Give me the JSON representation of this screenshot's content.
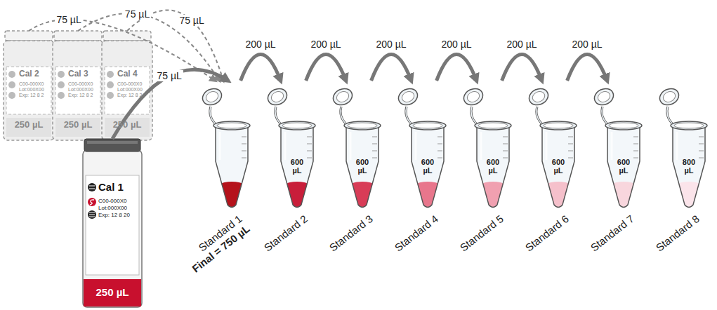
{
  "diagram": {
    "nodes": [
      {
        "text": [
          "Cal 1",
          "C00-000X0",
          "Lot:000X00",
          "Exp: 12 8 20",
          "250 µL"
        ]
      },
      {
        "text": [
          "Cal 2",
          "C00-000X0",
          "Lot:000X00",
          "Exp: 12 8 2",
          "250 µL"
        ]
      },
      {
        "text": [
          "Cal 3",
          "C00-000X0",
          "Lot:000X00",
          "Exp: 12 8 2",
          "250 µL"
        ]
      },
      {
        "text": [
          "Cal 4",
          "C00-000X0",
          "Lot:000X00",
          "Exp: 12 8 2",
          "250 µL"
        ]
      },
      {
        "text": [
          "Standard 1",
          "Final = 750 µL"
        ]
      },
      {
        "text": [
          "600 µL",
          "Standard 2"
        ]
      },
      {
        "text": [
          "600 µL",
          "Standard 3"
        ]
      },
      {
        "text": [
          "600 µL",
          "Standard 4"
        ]
      },
      {
        "text": [
          "600 µL",
          "Standard 5"
        ]
      },
      {
        "text": [
          "600 µL",
          "Standard 6"
        ]
      },
      {
        "text": [
          "600 µL",
          "Standard 7"
        ]
      },
      {
        "text": [
          "800 µL",
          "Standard 8"
        ]
      }
    ],
    "edges": [
      {
        "from": 1,
        "to": 4,
        "label": "75 µL",
        "arrow": "to"
      },
      {
        "from": 2,
        "to": 4,
        "label": "75 µL",
        "arrow": "to"
      },
      {
        "from": 3,
        "to": 4,
        "label": "75 µL",
        "arrow": "to"
      },
      {
        "from": 0,
        "to": 4,
        "label": "75 µL",
        "arrow": "to"
      },
      {
        "from": 4,
        "to": 5,
        "label": "200 µL",
        "arrow": "to"
      },
      {
        "from": 5,
        "to": 6,
        "label": "200 µL",
        "arrow": "to"
      },
      {
        "from": 6,
        "to": 7,
        "label": "200 µL",
        "arrow": "to"
      },
      {
        "from": 7,
        "to": 8,
        "label": "200 µL",
        "arrow": "to"
      },
      {
        "from": 8,
        "to": 9,
        "label": "200 µL",
        "arrow": "to"
      },
      {
        "from": 9,
        "to": 10,
        "label": "200 µL",
        "arrow": "to"
      }
    ]
  }
}
